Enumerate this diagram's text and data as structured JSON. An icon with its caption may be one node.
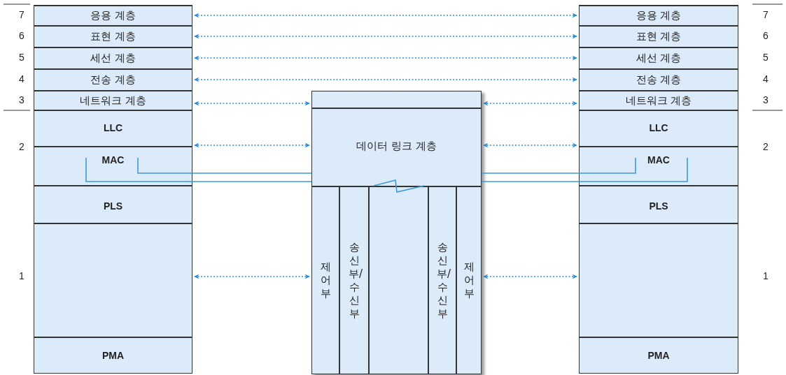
{
  "diagram": {
    "nodes": [
      {
        "text": [
          "응용 계층"
        ]
      },
      {
        "text": [
          "표현 계층"
        ]
      },
      {
        "text": [
          "세선 계층"
        ]
      },
      {
        "text": [
          "전송 계층"
        ]
      },
      {
        "text": [
          "네트워크 계층"
        ]
      },
      {
        "text": [
          "LLC"
        ]
      },
      {
        "text": [
          "MAC"
        ]
      },
      {
        "text": [
          "PLS"
        ]
      },
      {
        "text": [],
        "shape": "box"
      },
      {
        "text": [
          "PMA"
        ]
      },
      {
        "text": [
          "응용 계층"
        ]
      },
      {
        "text": [
          "표현 계층"
        ]
      },
      {
        "text": [
          "세선 계층"
        ]
      },
      {
        "text": [
          "전송 계층"
        ]
      },
      {
        "text": [
          "네트워크 계층"
        ]
      },
      {
        "text": [
          "LLC"
        ]
      },
      {
        "text": [
          "MAC"
        ]
      },
      {
        "text": [
          "PLS"
        ]
      },
      {
        "text": [],
        "shape": "box"
      },
      {
        "text": [
          "PMA"
        ]
      },
      {
        "text": [],
        "shape": "box"
      },
      {
        "text": [],
        "shape": "box",
        "in": 20
      },
      {
        "text": [
          "데이터 링크 계층"
        ],
        "in": 20
      },
      {
        "text": [
          "제어부"
        ],
        "in": 20
      },
      {
        "text": [
          "송신부/수신부"
        ],
        "in": 20
      },
      {
        "text": [],
        "shape": "box",
        "in": 20
      },
      {
        "text": [
          "송신부/수신부"
        ],
        "in": 20
      },
      {
        "text": [
          "제어부"
        ],
        "in": 20
      }
    ],
    "edges": [
      {
        "from": 0,
        "to": 10,
        "arrow": "both",
        "style": "dashed"
      },
      {
        "from": 1,
        "to": 11,
        "arrow": "both",
        "style": "dashed"
      },
      {
        "from": 2,
        "to": 12,
        "arrow": "both",
        "style": "dashed"
      },
      {
        "from": 3,
        "to": 13,
        "arrow": "both",
        "style": "dashed"
      },
      {
        "from": 4,
        "to": 21,
        "arrow": "both",
        "style": "dashed"
      },
      {
        "from": 5,
        "to": 22,
        "arrow": "both",
        "style": "dashed"
      },
      {
        "from": 8,
        "to": 23,
        "arrow": "both",
        "style": "dashed"
      },
      {
        "from": 21,
        "to": 14,
        "arrow": "both",
        "style": "dashed"
      },
      {
        "from": 22,
        "to": 15,
        "arrow": "both",
        "style": "dashed"
      },
      {
        "from": 27,
        "to": 18,
        "arrow": "both",
        "style": "dashed"
      },
      {
        "from": 6,
        "to": 20,
        "arrow": "none"
      },
      {
        "from": 6,
        "to": 20,
        "arrow": "none"
      },
      {
        "from": 20,
        "to": 16,
        "arrow": "none"
      },
      {
        "from": 20,
        "to": 16,
        "arrow": "none"
      }
    ],
    "labels": [
      "7",
      "7",
      "6",
      "6",
      "5",
      "5",
      "4",
      "4",
      "3",
      "3",
      "2",
      "2",
      "1",
      "1"
    ]
  }
}
